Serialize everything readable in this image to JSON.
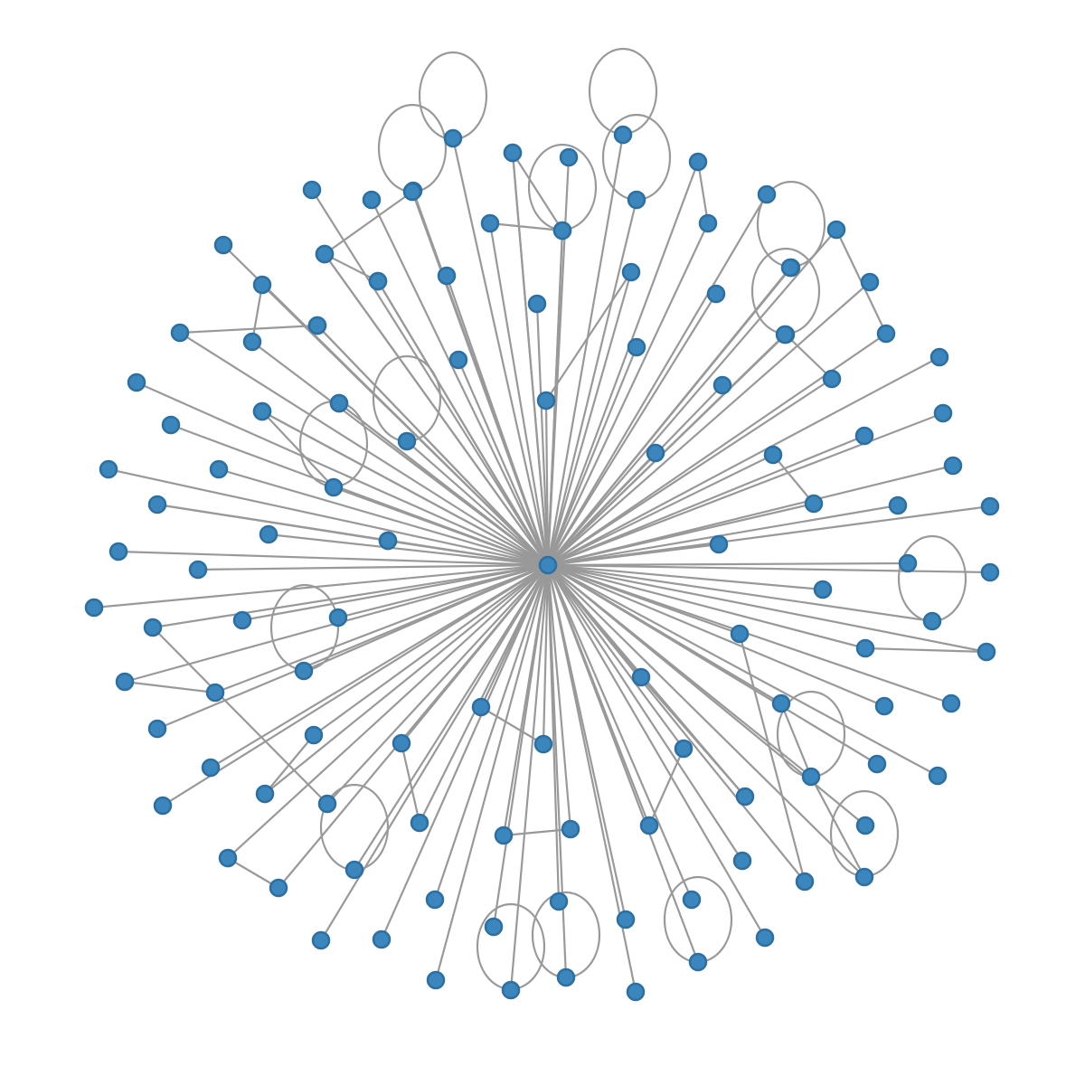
{
  "diagram": {
    "type": "network-graph",
    "layout": "radial-star",
    "node_color": "#3a86bd",
    "edge_color": "#999999",
    "hub": "n0",
    "nodes": [
      "n0",
      "n1",
      "n2",
      "n3",
      "n4",
      "n5",
      "n6",
      "n7",
      "n8",
      "n9",
      "n10",
      "n11",
      "n12",
      "n13",
      "n14",
      "n15",
      "n16",
      "n17",
      "n18",
      "n19",
      "n20",
      "n21",
      "n22",
      "n23",
      "n24",
      "n25",
      "n26",
      "n27",
      "n28",
      "n29",
      "n30",
      "n31",
      "n32",
      "n33",
      "n34",
      "n35",
      "n36",
      "n37",
      "n38",
      "n39",
      "n40",
      "n41",
      "n42",
      "n43",
      "n44",
      "n45",
      "n46",
      "n47",
      "n48",
      "n49",
      "n50",
      "n51",
      "n52",
      "n53",
      "n54",
      "n55",
      "n56",
      "n57",
      "n58",
      "n59",
      "n60",
      "n61",
      "n62",
      "n63",
      "n64",
      "n65",
      "n66",
      "n67",
      "n68",
      "n69",
      "n70",
      "n71",
      "n72",
      "n73",
      "n74",
      "n75",
      "n76",
      "n77",
      "n78",
      "n79",
      "n80",
      "n81",
      "n82",
      "n83",
      "n84",
      "n85",
      "n86",
      "n87",
      "n88",
      "n89",
      "n90",
      "n91",
      "n92",
      "n93",
      "n94",
      "n95",
      "n96",
      "n97",
      "n98",
      "n99",
      "n100",
      "n101",
      "n102",
      "n103",
      "n104",
      "n105",
      "n106",
      "n107",
      "n108",
      "n109",
      "n110",
      "n111",
      "n112",
      "n113",
      "n114",
      "n115",
      "n116",
      "n117",
      "n118",
      "n119",
      "n120",
      "n121",
      "n122",
      "n123",
      "n124"
    ],
    "edges": [
      [
        "n0",
        "n1"
      ],
      [
        "n0",
        "n2"
      ],
      [
        "n0",
        "n3"
      ],
      [
        "n0",
        "n4"
      ],
      [
        "n0",
        "n5"
      ],
      [
        "n0",
        "n6"
      ],
      [
        "n0",
        "n7"
      ],
      [
        "n0",
        "n8"
      ],
      [
        "n0",
        "n9"
      ],
      [
        "n0",
        "n10"
      ],
      [
        "n0",
        "n11"
      ],
      [
        "n0",
        "n12"
      ],
      [
        "n0",
        "n13"
      ],
      [
        "n0",
        "n14"
      ],
      [
        "n0",
        "n15"
      ],
      [
        "n0",
        "n16"
      ],
      [
        "n0",
        "n17"
      ],
      [
        "n0",
        "n18"
      ],
      [
        "n0",
        "n19"
      ],
      [
        "n0",
        "n20"
      ],
      [
        "n0",
        "n21"
      ],
      [
        "n0",
        "n22"
      ],
      [
        "n0",
        "n23"
      ],
      [
        "n0",
        "n24"
      ],
      [
        "n0",
        "n25"
      ],
      [
        "n0",
        "n26"
      ],
      [
        "n0",
        "n27"
      ],
      [
        "n0",
        "n28"
      ],
      [
        "n0",
        "n29"
      ],
      [
        "n0",
        "n30"
      ],
      [
        "n0",
        "n31"
      ],
      [
        "n0",
        "n32"
      ],
      [
        "n0",
        "n33"
      ],
      [
        "n0",
        "n34"
      ],
      [
        "n0",
        "n35"
      ],
      [
        "n0",
        "n36"
      ],
      [
        "n0",
        "n37"
      ],
      [
        "n0",
        "n38"
      ],
      [
        "n0",
        "n39"
      ],
      [
        "n0",
        "n40"
      ],
      [
        "n0",
        "n41"
      ],
      [
        "n0",
        "n42"
      ],
      [
        "n0",
        "n43"
      ],
      [
        "n0",
        "n44"
      ],
      [
        "n0",
        "n45"
      ],
      [
        "n0",
        "n46"
      ],
      [
        "n0",
        "n47"
      ],
      [
        "n0",
        "n48"
      ],
      [
        "n0",
        "n49"
      ],
      [
        "n0",
        "n50"
      ],
      [
        "n0",
        "n51"
      ],
      [
        "n0",
        "n52"
      ],
      [
        "n0",
        "n53"
      ],
      [
        "n0",
        "n54"
      ],
      [
        "n0",
        "n55"
      ],
      [
        "n0",
        "n56"
      ],
      [
        "n0",
        "n57"
      ],
      [
        "n0",
        "n58"
      ],
      [
        "n0",
        "n59"
      ],
      [
        "n0",
        "n60"
      ],
      [
        "n0",
        "n61"
      ],
      [
        "n0",
        "n62"
      ],
      [
        "n0",
        "n63"
      ],
      [
        "n0",
        "n64"
      ],
      [
        "n0",
        "n65"
      ],
      [
        "n0",
        "n66"
      ],
      [
        "n0",
        "n67"
      ],
      [
        "n0",
        "n68"
      ],
      [
        "n0",
        "n69"
      ],
      [
        "n0",
        "n70"
      ],
      [
        "n0",
        "n71"
      ],
      [
        "n0",
        "n72"
      ],
      [
        "n0",
        "n73"
      ],
      [
        "n0",
        "n74"
      ],
      [
        "n0",
        "n75"
      ],
      [
        "n0",
        "n76"
      ],
      [
        "n0",
        "n77"
      ],
      [
        "n0",
        "n78"
      ],
      [
        "n0",
        "n79"
      ],
      [
        "n0",
        "n80"
      ],
      [
        "n0",
        "n81"
      ],
      [
        "n0",
        "n82"
      ],
      [
        "n0",
        "n83"
      ],
      [
        "n0",
        "n84"
      ],
      [
        "n0",
        "n85"
      ],
      [
        "n0",
        "n86"
      ],
      [
        "n0",
        "n87"
      ],
      [
        "n0",
        "n88"
      ],
      [
        "n0",
        "n89"
      ],
      [
        "n0",
        "n90"
      ],
      [
        "n0",
        "n91"
      ],
      [
        "n0",
        "n92"
      ],
      [
        "n0",
        "n93"
      ],
      [
        "n0",
        "n94"
      ],
      [
        "n0",
        "n95"
      ],
      [
        "n0",
        "n96"
      ],
      [
        "n0",
        "n97"
      ],
      [
        "n0",
        "n98"
      ],
      [
        "n0",
        "n99"
      ],
      [
        "n0",
        "n100"
      ],
      [
        "n0",
        "n101"
      ],
      [
        "n0",
        "n102"
      ],
      [
        "n0",
        "n103"
      ],
      [
        "n0",
        "n104"
      ],
      [
        "n0",
        "n105"
      ],
      [
        "n0",
        "n106"
      ],
      [
        "n0",
        "n107"
      ],
      [
        "n0",
        "n108"
      ],
      [
        "n0",
        "n109"
      ],
      [
        "n0",
        "n110"
      ],
      [
        "n0",
        "n111"
      ],
      [
        "n0",
        "n112"
      ],
      [
        "n0",
        "n113"
      ],
      [
        "n0",
        "n114"
      ],
      [
        "n0",
        "n115"
      ],
      [
        "n0",
        "n116"
      ],
      [
        "n0",
        "n117"
      ],
      [
        "n0",
        "n118"
      ],
      [
        "n0",
        "n119"
      ],
      [
        "n0",
        "n120"
      ],
      [
        "n0",
        "n121"
      ],
      [
        "n0",
        "n122"
      ],
      [
        "n0",
        "n123"
      ],
      [
        "n0",
        "n124"
      ],
      [
        "n4",
        "n5"
      ],
      [
        "n8",
        "n9"
      ],
      [
        "n13",
        "n14"
      ],
      [
        "n16",
        "n12"
      ],
      [
        "n21",
        "n22"
      ],
      [
        "n22",
        "n23"
      ],
      [
        "n28",
        "n27"
      ],
      [
        "n31",
        "n30"
      ],
      [
        "n33",
        "n34"
      ],
      [
        "n35",
        "n36"
      ],
      [
        "n44",
        "n43"
      ],
      [
        "n50",
        "n51"
      ],
      [
        "n54",
        "n55"
      ],
      [
        "n59",
        "n60"
      ],
      [
        "n63",
        "n64"
      ],
      [
        "n69",
        "n70"
      ],
      [
        "n74",
        "n75"
      ],
      [
        "n76",
        "n77"
      ],
      [
        "n80",
        "n81"
      ],
      [
        "n83",
        "n84"
      ],
      [
        "n93",
        "n92"
      ],
      [
        "n86",
        "n87"
      ],
      [
        "n99",
        "n100"
      ],
      [
        "n108",
        "n109"
      ],
      [
        "n116",
        "n119"
      ],
      [
        "n113",
        "n114"
      ]
    ],
    "self_loops": [
      "n1",
      "n2",
      "n3",
      "n6",
      "n7",
      "n10",
      "n11",
      "n13",
      "n17",
      "n20",
      "n22",
      "n29",
      "n32",
      "n38",
      "n42",
      "n47",
      "n53",
      "n57",
      "n62",
      "n65",
      "n66",
      "n72"
    ]
  }
}
